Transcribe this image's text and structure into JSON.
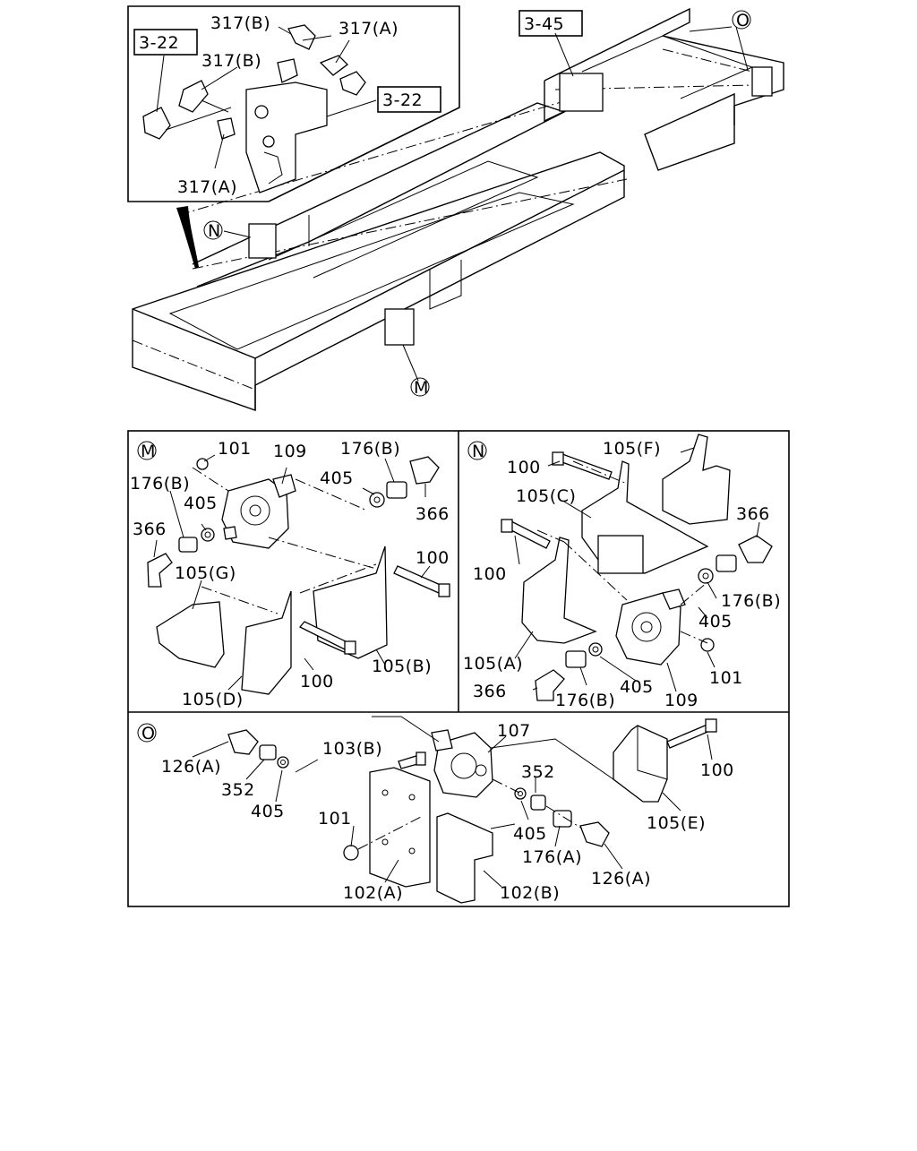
{
  "callouts": {
    "top": {
      "ref_322_a": "3-22",
      "ref_322_b": "3-22",
      "ref_345": "3-45",
      "p317b_1": "317(B)",
      "p317a_1": "317(A)",
      "p317b_2": "317(B)",
      "p317a_2": "317(A)",
      "circle_o": "O",
      "circle_n": "N",
      "circle_m": "M"
    },
    "panel_m": {
      "marker": "M",
      "p101": "101",
      "p109": "109",
      "p176b_top": "176(B)",
      "p176b_left": "176(B)",
      "p405_top": "405",
      "p405_left": "405",
      "p366_right": "366",
      "p366_left": "366",
      "p105g": "105(G)",
      "p100_right": "100",
      "p100_bottom": "100",
      "p105b": "105(B)",
      "p105d": "105(D)"
    },
    "panel_n": {
      "marker": "N",
      "p105f": "105(F)",
      "p100_top": "100",
      "p105c": "105(C)",
      "p366": "366",
      "p100_left": "100",
      "p176b_right": "176(B)",
      "p405_right": "405",
      "p105a": "105(A)",
      "p101": "101",
      "p366_bottom": "366",
      "p176b_bottom": "176(B)",
      "p405_bottom": "405",
      "p109": "109"
    },
    "panel_o": {
      "marker": "O",
      "p107": "107",
      "p103b": "103(B)",
      "p126a_left": "126(A)",
      "p352_left": "352",
      "p405_left": "405",
      "p352_right": "352",
      "p100": "100",
      "p101": "101",
      "p405_mid": "405",
      "p176a": "176(A)",
      "p105e": "105(E)",
      "p126a_right": "126(A)",
      "p102a": "102(A)",
      "p102b": "102(B)"
    }
  }
}
